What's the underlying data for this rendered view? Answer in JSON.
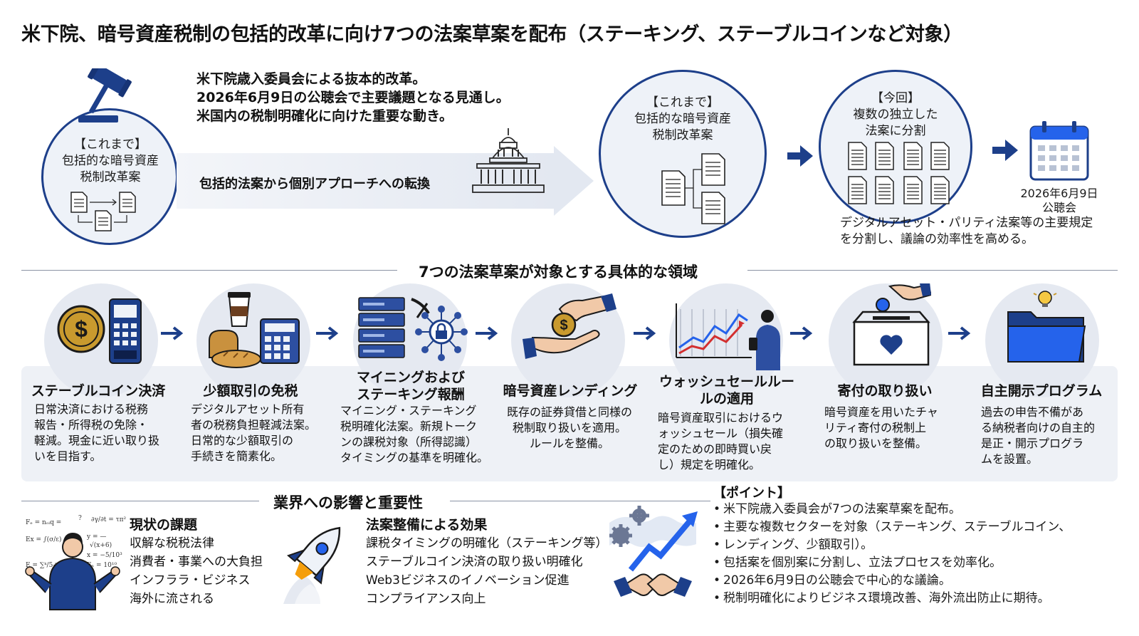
{
  "title": "米下院、暗号資産税制の包括的改革に向け7つの法案草案を配布（ステーキング、ステーブルコインなど対象）",
  "intro": [
    "米下院歳入委員会による抜本的改革。",
    "2026年6月9日の公聴会で主要議題となる見通し。",
    "米国内の税制明確化に向けた重要な動き。"
  ],
  "left_circle": {
    "label": "【これまで】",
    "lines": [
      "包括的な暗号資産",
      "税制改革案"
    ]
  },
  "banner_text": "包括的法案から個別アプローチへの転換",
  "flow": {
    "before": {
      "label": "【これまで】",
      "lines": [
        "包括的な暗号資産",
        "税制改革案"
      ]
    },
    "now": {
      "label": "【今回】",
      "lines": [
        "複数の独立した",
        "法案に分割"
      ]
    },
    "hearing": {
      "date": "2026年6月9日",
      "label": "公聴会"
    },
    "note": [
      "デジタルアセット・パリティ法案等の主要規定",
      "を分割し、議論の効率性を高める。"
    ]
  },
  "areas_section_title": "7つの法案草案が対象とする具体的な領域",
  "areas": [
    {
      "title": [
        "ステーブルコイン決済"
      ],
      "desc": [
        "日常決済における税務",
        "報告・所得税の免除・",
        "軽減。現金に近い取り扱",
        "いを目指す。"
      ]
    },
    {
      "title": [
        "少額取引の免税"
      ],
      "desc": [
        "デジタルアセット所有",
        "者の税務負担軽減法案。",
        "日常的な少額取引の",
        "手続きを簡素化。"
      ]
    },
    {
      "title": [
        "マイニングおよび",
        "ステーキング報酬"
      ],
      "desc": [
        "マイニング・ステーキング",
        "税明確化法案。新規トーク",
        "ンの課税対象（所得認識）",
        "タイミングの基準を明確化。"
      ]
    },
    {
      "title": [
        "暗号資産レンディング"
      ],
      "desc": [
        "既存の証券貸借と同様の",
        "税制取り扱いを適用。",
        "ルールを整備。"
      ]
    },
    {
      "title": [
        "ウォッシュセールルー",
        "ルの適用"
      ],
      "desc": [
        "暗号資産取引におけるウ",
        "ォッシュセール（損失確",
        "定のための即時買い戻",
        "し）規定を明確化。"
      ]
    },
    {
      "title": [
        "寄付の取り扱い"
      ],
      "desc": [
        "暗号資産を用いたチャ",
        "リティ寄付の税制上",
        "の取り扱いを整備。"
      ]
    },
    {
      "title": [
        "自主開示プログラム"
      ],
      "desc": [
        "過去の申告不備があ",
        "る納税者向けの自主的",
        "是正・開示プログラ",
        "ムを設置。"
      ]
    }
  ],
  "impact_section_title": "業界への影響と重要性",
  "challenges": {
    "title": "現状の課題",
    "items": [
      "収解な税税法律",
      "消費者・事業への大負担",
      "インフララ・ビジネス",
      "海外に流される"
    ]
  },
  "effects": {
    "title": "法案整備による効果",
    "items": [
      "課税タイミングの明確化（ステーキング等）",
      "ステーブルコイン決済の取り扱い明確化",
      "Web3ビジネスのイノベーション促進",
      "コンプライアンス向上"
    ]
  },
  "points": {
    "title": "【ポイント】",
    "items": [
      "米下院歳入委員会が7つの法案草案を配布。",
      "主要な複数セクターを対象（ステーキング、ステーブルコイン、",
      "レンディング、少額取引）。",
      "包括案を個別案に分割し、立法プロセスを効率化。",
      "2026年6月9日の公聴会で中心的な議論。",
      "税制明確化によりビジネス環境改善、海外流出防止に期待。"
    ]
  },
  "colors": {
    "navy": "#1d3f8a",
    "blue": "#2563eb",
    "red": "#d32f2f",
    "gold": "#c99a2e",
    "bg": "#eef1f6"
  }
}
